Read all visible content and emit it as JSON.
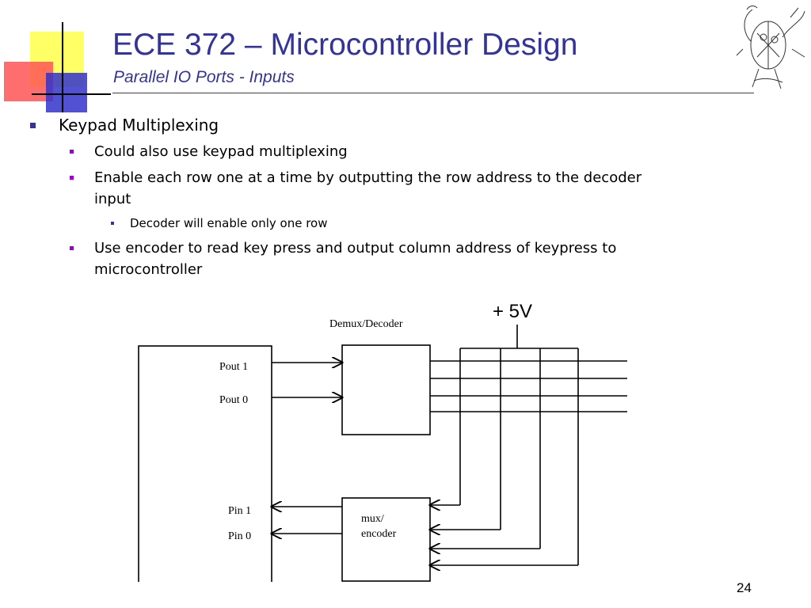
{
  "slide": {
    "title": "ECE 372 – Microcontroller Design",
    "subtitle": "Parallel IO Ports - Inputs",
    "page_number": "24",
    "colors": {
      "title": "#333399",
      "bullet_l1": "#333399",
      "bullet_l2": "#9900cc",
      "deco_yellow": "#ffff66",
      "deco_red": "#ff5555",
      "deco_blue": "#3333cc"
    }
  },
  "bullets": [
    {
      "level": 1,
      "text": "Keypad Multiplexing"
    },
    {
      "level": 2,
      "text": "Could also use keypad multiplexing"
    },
    {
      "level": 2,
      "lines": [
        "Enable each row one at a time by outputting the row address to the decoder",
        "input"
      ]
    },
    {
      "level": 3,
      "text": "Decoder will enable only one row"
    },
    {
      "level": 2,
      "lines": [
        "Use encoder to read key press and output column address of keypress to",
        "microcontroller"
      ]
    }
  ],
  "diagram": {
    "supply_label": "+ 5V",
    "decoder_label": "Demux/Decoder",
    "encoder_label_line1": "mux/",
    "encoder_label_line2": "encoder",
    "pout1": "Pout 1",
    "pout0": "Pout 0",
    "pin1": "Pin 1",
    "pin0": "Pin 0"
  }
}
